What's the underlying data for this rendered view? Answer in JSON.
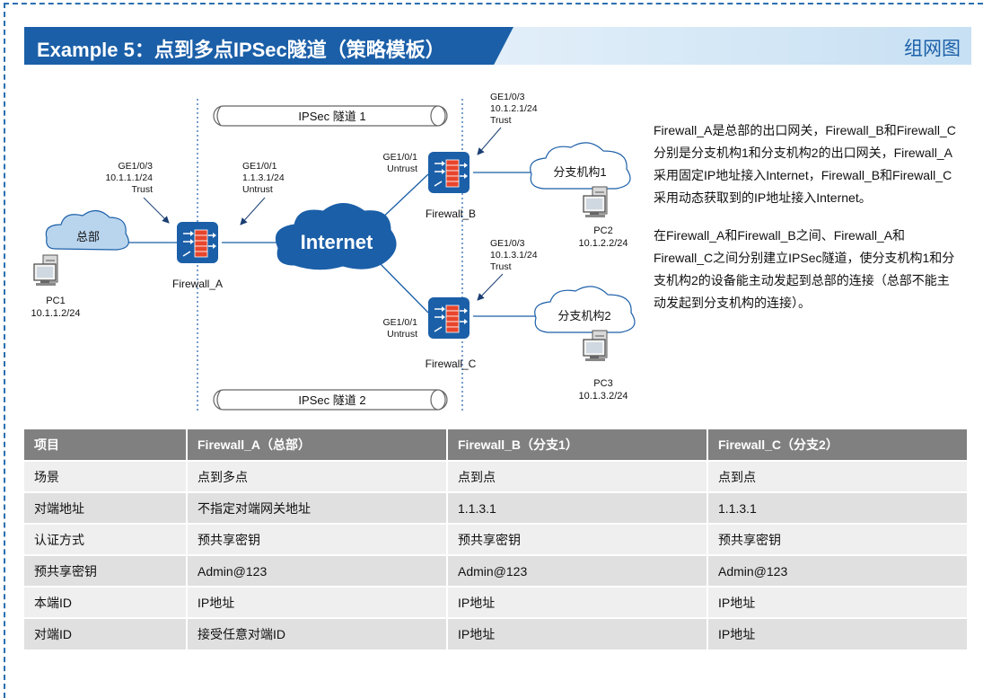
{
  "header": {
    "title": "Example 5：点到多点IPSec隧道（策略模板）",
    "right_label": "组网图"
  },
  "colors": {
    "brand_blue": "#1b5fa8",
    "cloud_blue": "#b9d5ee",
    "table_header": "#808080"
  },
  "diagram": {
    "tunnel1": "IPSec 隧道 1",
    "tunnel2": "IPSec 隧道 2",
    "internet": "Internet",
    "hq": {
      "cloud": "总部",
      "pc_name": "PC1",
      "pc_ip": "10.1.1.2/24",
      "device": "Firewall_A",
      "port_left": [
        "GE1/0/3",
        "10.1.1.1/24",
        "Trust"
      ],
      "port_right": [
        "GE1/0/1",
        "1.1.3.1/24",
        "Untrust"
      ]
    },
    "branch1": {
      "cloud": "分支机构1",
      "pc_name": "PC2",
      "pc_ip": "10.1.2.2/24",
      "device": "Firewall_B",
      "port_trust": [
        "GE1/0/3",
        "10.1.2.1/24",
        "Trust"
      ],
      "port_untrust": [
        "GE1/0/1",
        "Untrust"
      ]
    },
    "branch2": {
      "cloud": "分支机构2",
      "pc_name": "PC3",
      "pc_ip": "10.1.3.2/24",
      "device": "Firewall_C",
      "port_trust": [
        "GE1/0/3",
        "10.1.3.1/24",
        "Trust"
      ],
      "port_untrust": [
        "GE1/0/1",
        "Untrust"
      ]
    }
  },
  "description": {
    "p1": "Firewall_A是总部的出口网关，Firewall_B和Firewall_C分别是分支机构1和分支机构2的出口网关，Firewall_A采用固定IP地址接入Internet，Firewall_B和Firewall_C采用动态获取到的IP地址接入Internet。",
    "p2": "在Firewall_A和Firewall_B之间、Firewall_A和Firewall_C之间分别建立IPSec隧道，使分支机构1和分支机构2的设备能主动发起到总部的连接（总部不能主动发起到分支机构的连接）。"
  },
  "table": {
    "headers": [
      "项目",
      "Firewall_A（总部）",
      "Firewall_B（分支1）",
      "Firewall_C（分支2）"
    ],
    "rows": [
      [
        "场景",
        "点到多点",
        "点到点",
        "点到点"
      ],
      [
        "对端地址",
        "不指定对端网关地址",
        "1.1.3.1",
        "1.1.3.1"
      ],
      [
        "认证方式",
        "预共享密钥",
        "预共享密钥",
        "预共享密钥"
      ],
      [
        "预共享密钥",
        "Admin@123",
        "Admin@123",
        "Admin@123"
      ],
      [
        "本端ID",
        "IP地址",
        "IP地址",
        "IP地址"
      ],
      [
        "对端ID",
        "接受任意对端ID",
        "IP地址",
        "IP地址"
      ]
    ]
  }
}
